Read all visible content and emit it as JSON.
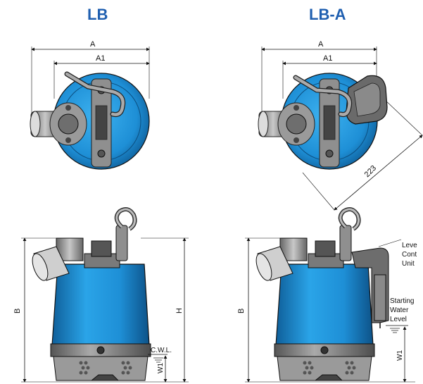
{
  "models": {
    "lb": {
      "title": "LB"
    },
    "lba": {
      "title": "LB-A"
    }
  },
  "dimensions": {
    "a": "A",
    "a1": "A1",
    "b": "B",
    "h": "H",
    "w1": "W1",
    "diag": "223"
  },
  "labels": {
    "cwl": "C.W.L.",
    "level_control_unit": [
      "Leve",
      "Cont",
      "Unit"
    ],
    "starting_water_level": [
      "Starting",
      "Water",
      "Level"
    ]
  },
  "colors": {
    "title": "#1f5fb0",
    "pump_body": "#1e8fd6",
    "pump_dark": "#1266a3",
    "metal": "#9a9a9a",
    "outline": "#1a1a1a"
  }
}
